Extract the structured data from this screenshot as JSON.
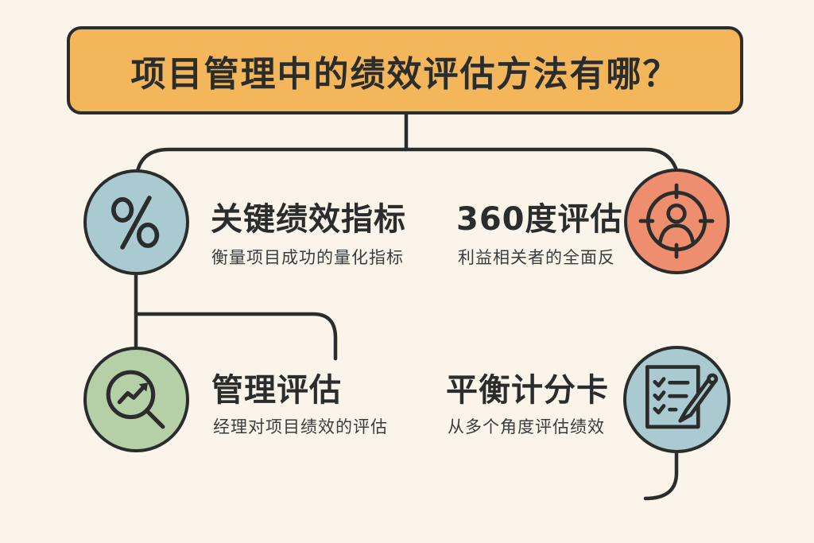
{
  "title": "项目管理中的绩效评估方法有哪？",
  "colors": {
    "background": "#fbf4ea",
    "title_fill": "#f3b65a",
    "stroke": "#2b2d2d",
    "kpi_circle": "#a9cad0",
    "feedback_circle": "#ee8e6e",
    "management_circle": "#b5cfa6",
    "scorecard_circle": "#a9cad0"
  },
  "nodes": [
    {
      "id": "kpi",
      "title": "关键绩效指标",
      "subtitle": "衡量项目成功的量化指标",
      "icon": "percent-icon"
    },
    {
      "id": "feedback360",
      "title": "360度评估",
      "subtitle": "利益相关者的全面反",
      "icon": "target-person-icon"
    },
    {
      "id": "management",
      "title": "管理评估",
      "subtitle": "经理对项目绩效的评估",
      "icon": "magnifier-trend-icon"
    },
    {
      "id": "scorecard",
      "title": "平衡计分卡",
      "subtitle": "从多个角度评估绩效",
      "icon": "checklist-pencil-icon"
    }
  ]
}
